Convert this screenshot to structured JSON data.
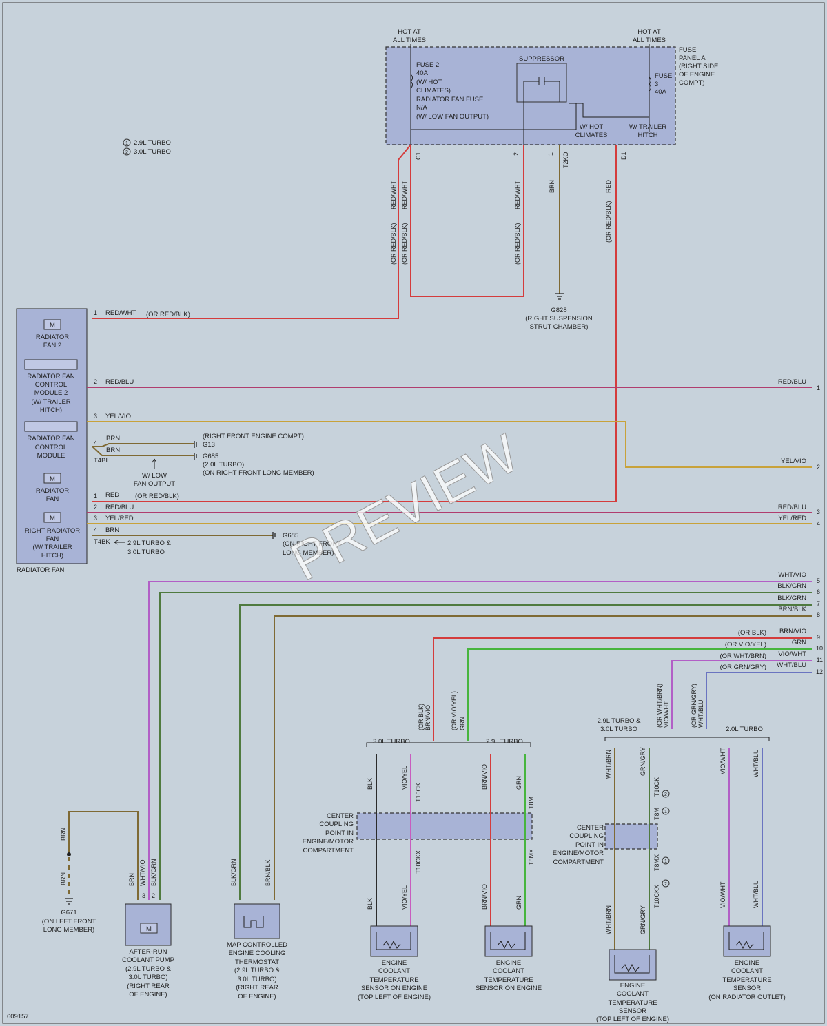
{
  "legend": {
    "item1": "2.9L TURBO",
    "item2": "3.0L TURBO",
    "marker1": "1",
    "marker2": "2"
  },
  "fuse_panel": {
    "hot_left": [
      "HOT AT",
      "ALL TIMES"
    ],
    "hot_right": [
      "HOT AT",
      "ALL TIMES"
    ],
    "title": [
      "FUSE",
      "PANEL A",
      "(RIGHT SIDE",
      "OF ENGINE",
      "COMPT)"
    ],
    "fuse2": [
      "FUSE 2",
      "40A",
      "(W/ HOT",
      "CLIMATES)",
      "RADIATOR FAN FUSE",
      "N/A",
      "(W/ LOW FAN OUTPUT)"
    ],
    "suppressor": "SUPPRESSOR",
    "fuse3": [
      "FUSE",
      "3",
      "40A"
    ],
    "hot_climates": [
      "W/ HOT",
      "CLIMATES"
    ],
    "trailer_hitch": [
      "W/ TRAILER",
      "HITCH"
    ],
    "c1": "C1",
    "d1": "D1",
    "t2ko": "T2KO",
    "pin2": "2",
    "pin1": "1"
  },
  "top_wires": {
    "redwht": "RED/WHT",
    "redwht_or": "(OR RED/BLK)",
    "redwht2": "RED/WHT",
    "redwht2_or": "(OR RED/BLK)",
    "brn": "BRN",
    "red": "RED",
    "red_or": "(OR RED/BLK)"
  },
  "g828": [
    "G828",
    "(RIGHT SUSPENSION",
    "STRUT CHAMBER)"
  ],
  "radiator_fan": {
    "fan2": [
      "RADIATOR",
      "FAN 2"
    ],
    "module2": [
      "RADIATOR FAN",
      "CONTROL",
      "MODULE 2",
      "(W/ TRAILER",
      "HITCH)"
    ],
    "module": [
      "RADIATOR FAN",
      "CONTROL",
      "MODULE"
    ],
    "fan": [
      "RADIATOR",
      "FAN"
    ],
    "right_fan": [
      "RIGHT RADIATOR",
      "FAN",
      "(W/ TRAILER",
      "HITCH)"
    ],
    "label": "RADIATOR FAN",
    "motor": "M"
  },
  "fan_wires": {
    "w1": "RED/WHT",
    "w1_or": "(OR RED/BLK)",
    "w2": "RED/BLU",
    "w3": "YEL/VIO",
    "w4a": "BRN",
    "w4b": "BRN",
    "g13_note": "(RIGHT FRONT ENGINE COMPT)",
    "g13": "G13",
    "g685a": [
      "G685",
      "(2.0L TURBO)",
      "(ON RIGHT FRONT LONG MEMBER)"
    ],
    "t4bi": "T4BI",
    "low_fan": [
      "W/ LOW",
      "FAN OUTPUT"
    ],
    "v1": "RED",
    "v1_or": "(OR RED/BLK)",
    "v2": "RED/BLU",
    "v3": "YEL/RED",
    "v4": "BRN",
    "t4bk": "T4BK",
    "t4bk_note": [
      "2.9L TURBO &",
      "3.0L TURBO"
    ],
    "g685b": [
      "G685",
      "(ON RIGHT FRONT",
      "LONG MEMBER)"
    ]
  },
  "right_wires": [
    {
      "label": "RED/BLU",
      "num": "1"
    },
    {
      "label": "YEL/VIO",
      "num": "2"
    },
    {
      "label": "RED/BLU",
      "num": "3"
    },
    {
      "label": "YEL/RED",
      "num": "4"
    },
    {
      "label": "WHT/VIO",
      "num": "5"
    },
    {
      "label": "BLK/GRN",
      "num": "6"
    },
    {
      "label": "BLK/GRN",
      "num": "7"
    },
    {
      "label": "BRN/BLK",
      "num": "8"
    },
    {
      "label": "BRN/VIO",
      "or": "(OR BLK)",
      "num": "9"
    },
    {
      "label": "GRN",
      "or": "(OR VIO/YEL)",
      "num": "10"
    },
    {
      "label": "VIO/WHT",
      "or": "(OR WHT/BRN)",
      "num": "11"
    },
    {
      "label": "WHT/BLU",
      "or": "(OR GRN/GRY)",
      "num": "12"
    }
  ],
  "lower": {
    "g671": [
      "G671",
      "(ON LEFT FRONT",
      "LONG MEMBER)"
    ],
    "brn": "BRN",
    "pump": [
      "AFTER-RUN",
      "COOLANT PUMP",
      "(2.9L TURBO &",
      "3.0L TURBO)",
      "(RIGHT REAR",
      "OF ENGINE)"
    ],
    "pump_wires": [
      "BRN",
      "WHT/VIO",
      "BLK/GRN"
    ],
    "thermostat": [
      "MAP CONTROLLED",
      "ENGINE COOLING",
      "THERMOSTAT",
      "(2.9L TURBO &",
      "3.0L TURBO)",
      "(RIGHT REAR",
      "OF ENGINE)"
    ],
    "therm_wires": [
      "BLK/GRN",
      "BRN/BLK"
    ],
    "group1_left": "3.0L TURBO",
    "group1_right": "2.9L TURBO",
    "group1_or": [
      "(OR BLK)",
      "BRN/VIO",
      "(OR VIO/YEL)",
      "GRN"
    ],
    "center_coupling": [
      "CENTER",
      "COUPLING",
      "POINT IN",
      "ENGINE/MOTOR",
      "COMPARTMENT"
    ],
    "center_coupling2": [
      "CENTER",
      "COUPLING",
      "POINT IN",
      "ENGINE/MOTOR",
      "COMPARTMENT"
    ],
    "c1_wires": [
      "BLK",
      "VIO/YEL",
      "BRN/VIO",
      "GRN"
    ],
    "c1_conns": [
      "T10CK",
      "T8M",
      "T10CKX",
      "T8MX"
    ],
    "sensor1": [
      "ENGINE",
      "COOLANT",
      "TEMPERATURE",
      "SENSOR ON ENGINE",
      "(TOP LEFT OF ENGINE)"
    ],
    "sensor2": [
      "ENGINE",
      "COOLANT",
      "TEMPERATURE",
      "SENSOR ON ENGINE"
    ],
    "group2_left": [
      "2.9L TURBO &",
      "3.0L TURBO"
    ],
    "group2_right": "2.0L TURBO",
    "group2_or": [
      "(OR WHT/BRN)",
      "VIO/WHT",
      "(OR GRN/GRY)",
      "WHT/BLU"
    ],
    "c2_wires": [
      "WHT/BRN",
      "GRN/GRY",
      "VIO/WHT",
      "WHT/BLU"
    ],
    "sensor3": [
      "ENGINE",
      "COOLANT",
      "TEMPERATURE",
      "SENSOR",
      "(TOP LEFT OF ENGINE)"
    ],
    "sensor4": [
      "ENGINE",
      "COOLANT",
      "TEMPERATURE",
      "SENSOR",
      "(ON RADIATOR OUTLET)"
    ]
  },
  "footer_id": "609157",
  "watermark": "PREVIEW",
  "colors": {
    "red": "#d43c3c",
    "redblu": "#b03d6e",
    "yel": "#c8a23a",
    "brn": "#7f6a34",
    "grn": "#4f7a3f",
    "vio": "#b25fc6",
    "wht": "#e8e8ee",
    "blu": "#6a74c0"
  }
}
